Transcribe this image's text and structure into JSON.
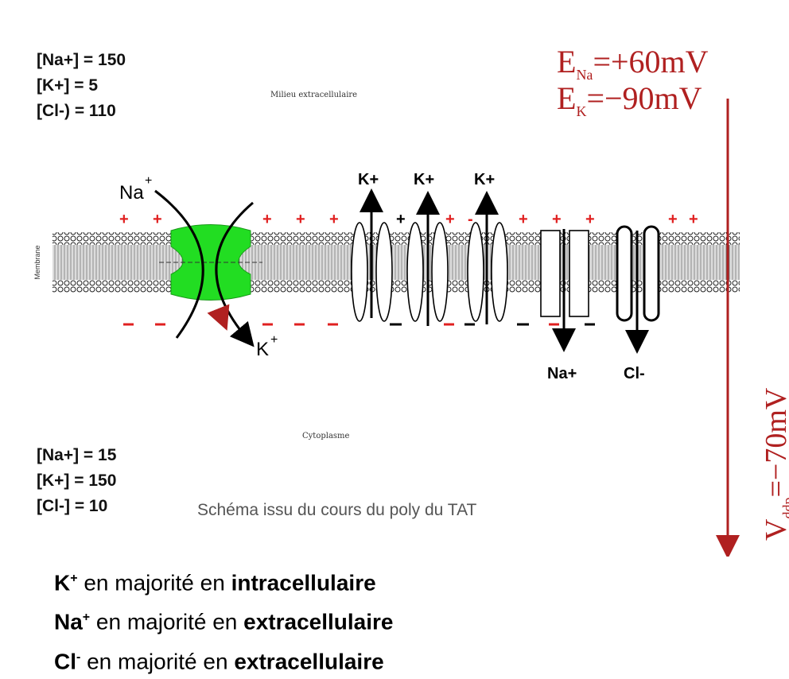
{
  "extracellular": {
    "concentrations": [
      "[Na+] = 150",
      "[K+] = 5",
      "[Cl-) = 110"
    ],
    "label": "Milieu extracellulaire"
  },
  "intracellular": {
    "concentrations": [
      "[Na+] = 15",
      "[K+] = 150",
      "[Cl-] = 10"
    ],
    "label": "Cytoplasme"
  },
  "membrane_label": "Membrane",
  "potentials": {
    "na": {
      "letter": "E",
      "sub": "Na",
      "value": "=+60mV"
    },
    "k": {
      "letter": "E",
      "sub": "K",
      "value": "=−90mV"
    },
    "vddp": {
      "letter": "V",
      "sub": "ddp",
      "value": "=−70mV"
    }
  },
  "pump": {
    "na_label": "Na",
    "na_charge": "+",
    "k_label": "K",
    "k_charge": "+"
  },
  "channels": {
    "k_label": "K+",
    "na_label": "Na+",
    "cl_label": "Cl-"
  },
  "caption": "Schéma issu du cours du poly du TAT",
  "summary": [
    {
      "ion": "K",
      "charge": "+",
      "text": " en majorité en ",
      "compartment": "intracellulaire"
    },
    {
      "ion": "Na",
      "charge": "+",
      "text": " en majorité en ",
      "compartment": "extracellulaire"
    },
    {
      "ion": "Cl",
      "charge": "-",
      "text": " en majorité en ",
      "compartment": "extracellulaire"
    }
  ],
  "colors": {
    "pump": "#22dd22",
    "potential": "#b02020",
    "caption": "#555555"
  }
}
